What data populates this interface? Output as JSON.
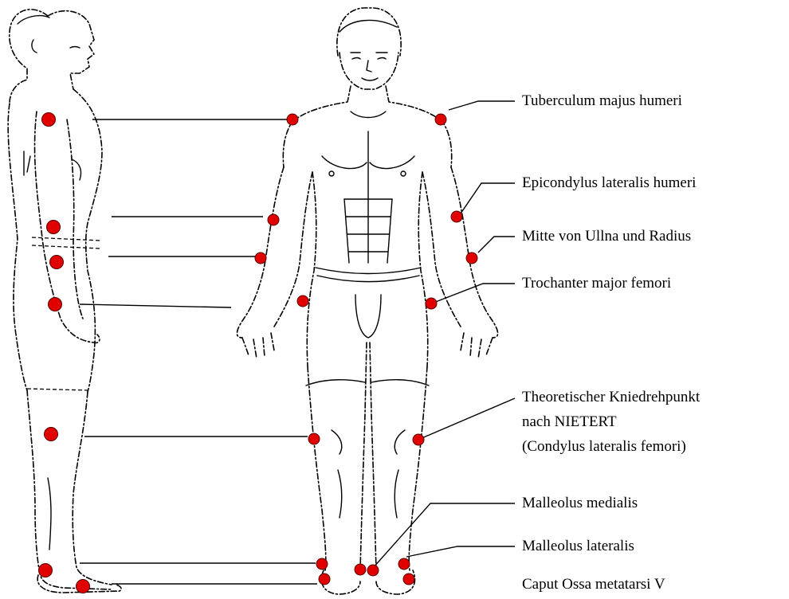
{
  "labels": {
    "tuberculum": "Tuberculum majus humeri",
    "epicondylus": "Epicondylus lateralis humeri",
    "mitte": "Mitte von Ullna und Radius",
    "trochanter": "Trochanter major femori",
    "knie_1": "Theoretischer Kniedrehpunkt",
    "knie_2": "nach NIETERT",
    "knie_3": "(Condylus lateralis femori)",
    "malleolus_medialis": "Malleolus medialis",
    "malleolus_lateralis": "Malleolus lateralis",
    "caput": "Caput Ossa metatarsi V"
  },
  "colors": {
    "marker": "#e00000",
    "line": "#000000",
    "background": "#ffffff"
  }
}
